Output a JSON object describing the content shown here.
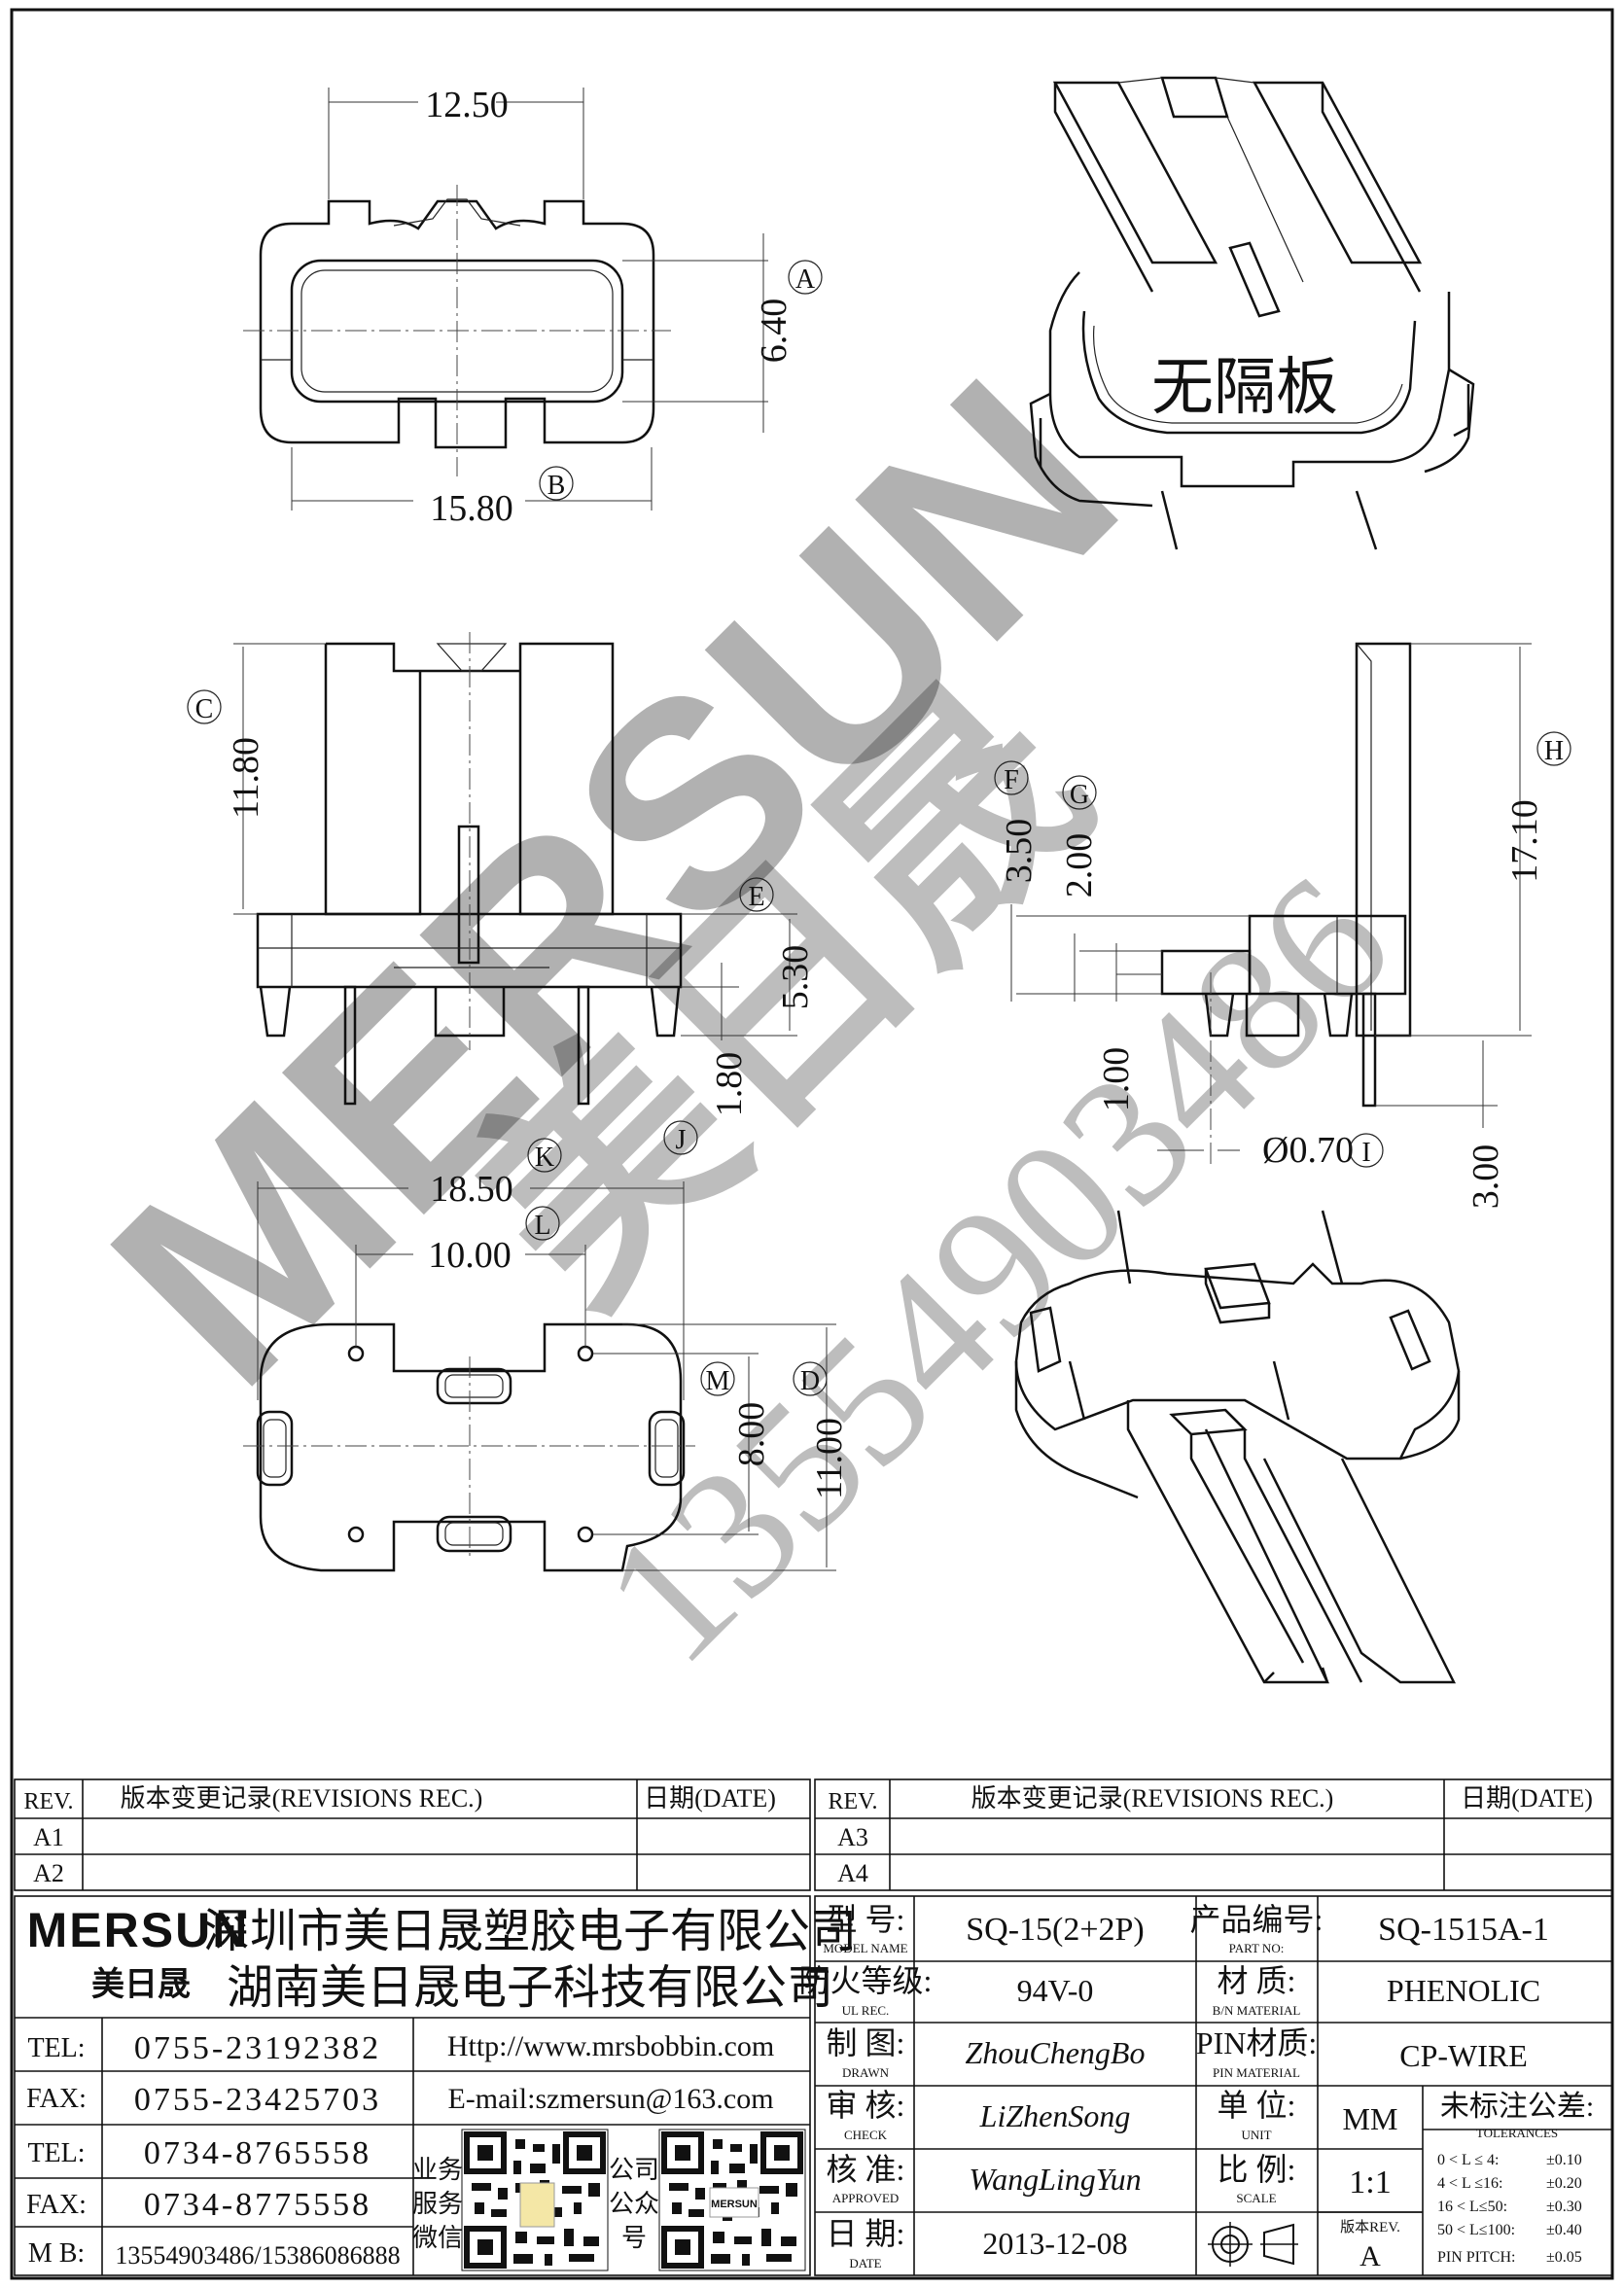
{
  "drawing": {
    "dims": {
      "top_width": "12.50",
      "top_inner": "6.40",
      "top_overall": "15.80",
      "front_height": "11.80",
      "side_f": "3.50",
      "side_g": "2.00",
      "front_e": "5.30",
      "front_j": "1.80",
      "side_pin_gap": "1.00",
      "side_pin_dia": "Ø0.70",
      "side_total": "17.10",
      "side_pin_len": "3.00",
      "bottom_width": "18.50",
      "bottom_pitch": "10.00",
      "bottom_m": "8.00",
      "bottom_n": "11.00"
    },
    "markers": {
      "a": "A",
      "b": "B",
      "c": "C",
      "d": "D",
      "e": "E",
      "f": "F",
      "g": "G",
      "h": "H",
      "i": "I",
      "j": "J",
      "k": "K",
      "l": "L",
      "m": "M"
    },
    "iso_label": "无隔板"
  },
  "watermark": {
    "brand": "MERSUN",
    "cn": "美日晟",
    "phone": "13554903486"
  },
  "title_block": {
    "rev_left": {
      "h_rev": "REV.",
      "h_rec": "版本变更记录(REVISIONS REC.)",
      "h_date": "日期(DATE)",
      "rows": [
        "A1",
        "A2"
      ]
    },
    "rev_right": {
      "h_rev": "REV.",
      "h_rec": "版本变更记录(REVISIONS REC.)",
      "h_date": "日期(DATE)",
      "rows": [
        "A3",
        "A4"
      ]
    },
    "company": {
      "logo": "MERSUN",
      "logo_cn": "美日晟",
      "name1": "深圳市美日晟塑胶电子有限公司",
      "name2": "湖南美日晟电子科技有限公司"
    },
    "contacts": [
      {
        "label": "TEL:",
        "value": "0755-23192382"
      },
      {
        "label": "FAX:",
        "value": "0755-23425703"
      },
      {
        "label": "TEL:",
        "value": "0734-8765558"
      },
      {
        "label": "FAX:",
        "value": "0734-8775558"
      },
      {
        "label": "M B:",
        "value": "13554903486/15386086888"
      }
    ],
    "web": "Http://www.mrsbobbin.com",
    "email": "E-mail:szmersun@163.com",
    "qr_left": [
      "业务",
      "服务",
      "微信"
    ],
    "qr_right": [
      "公司",
      "公众",
      "号"
    ],
    "fields": {
      "model_label": "型 号:",
      "model_sub": "MODEL NAME",
      "model_value": "SQ-15(2+2P)",
      "part_label": "产品编号:",
      "part_sub": "PART NO:",
      "part_value": "SQ-1515A-1",
      "ul_label": "防火等级:",
      "ul_sub": "UL REC.",
      "ul_value": "94V-0",
      "mat_label": "材 质:",
      "mat_sub": "B/N MATERIAL",
      "mat_value": "PHENOLIC",
      "drawn_label": "制 图:",
      "drawn_sub": "DRAWN",
      "drawn_value": "ZhouChengBo",
      "pin_label": "PIN材质:",
      "pin_sub": "PIN MATERIAL",
      "pin_value": "CP-WIRE",
      "check_label": "审 核:",
      "check_sub": "CHECK",
      "check_value": "LiZhenSong",
      "unit_label": "单 位:",
      "unit_sub": "UNIT",
      "unit_value": "MM",
      "appr_label": "核 准:",
      "appr_sub": "APPROVED",
      "appr_value": "WangLingYun",
      "scale_label": "比 例:",
      "scale_sub": "SCALE",
      "scale_value": "1:1",
      "date_label": "日 期:",
      "date_sub": "DATE",
      "date_value": "2013-12-08",
      "ver_label": "版本REV.",
      "ver_value": "A",
      "tol_title": "未标注公差:",
      "tol_sub": "TOLERANCES"
    },
    "tolerances": [
      {
        "range": "0 < L ≤ 4:",
        "value": "±0.10"
      },
      {
        "range": "4 < L ≤16:",
        "value": "±0.20"
      },
      {
        "range": "16 < L≤50:",
        "value": "±0.30"
      },
      {
        "range": "50 < L≤100:",
        "value": "±0.40"
      },
      {
        "range": "PIN PITCH:",
        "value": "±0.05"
      }
    ]
  }
}
